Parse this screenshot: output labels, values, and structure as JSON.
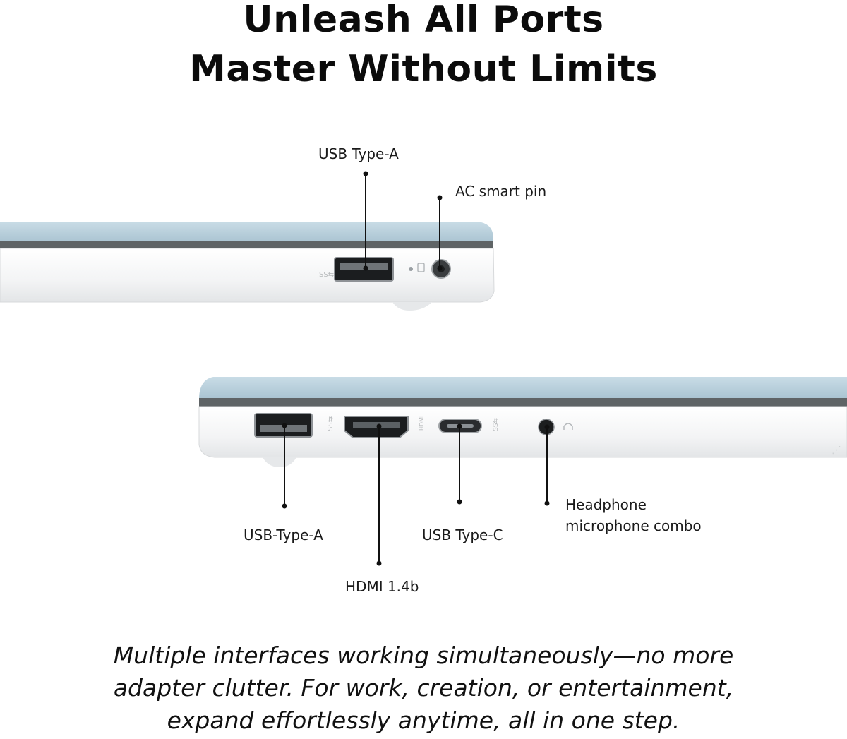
{
  "headline": {
    "line1": "Unleash All Ports",
    "line2": "Master Without Limits"
  },
  "top_view": {
    "callouts": {
      "usb_a": "USB Type-A",
      "ac_pin": "AC smart pin"
    }
  },
  "bottom_view": {
    "callouts": {
      "usb_a": "USB-Type-A",
      "hdmi": "HDMI 1.4b",
      "usb_c": "USB Type-C",
      "audio_line1": "Headphone",
      "audio_line2": "microphone combo"
    }
  },
  "caption": {
    "line1": "Multiple interfaces working simultaneously—no more",
    "line2": "adapter clutter. For work, creation, or entertainment,",
    "line3": "expand effortlessly anytime, all in one step."
  },
  "colors": {
    "lid": "#b7cfdb",
    "body": "#f4f5f6",
    "seam": "#5f6466"
  }
}
